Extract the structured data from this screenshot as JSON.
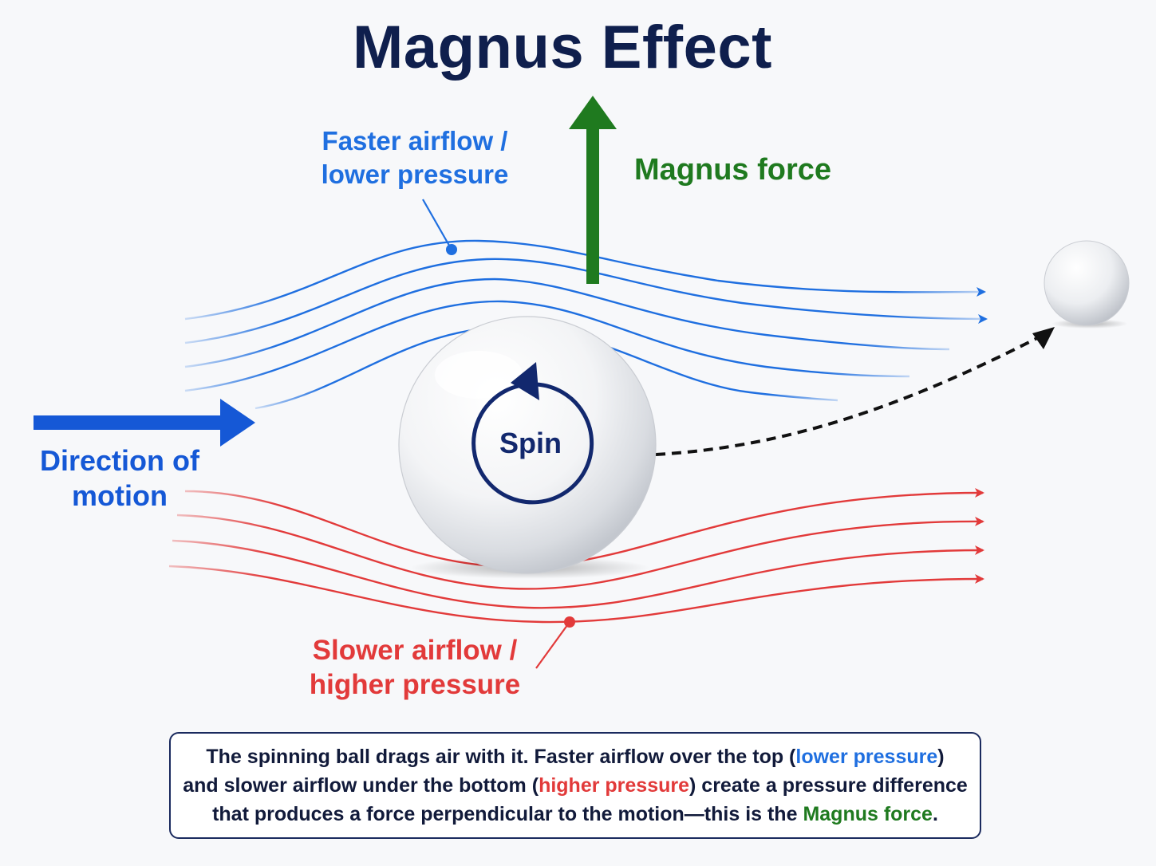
{
  "title": "Magnus Effect",
  "labels": {
    "faster_line1": "Faster airflow /",
    "faster_line2": "lower pressure",
    "magnus_force": "Magnus force",
    "direction_line1": "Direction of",
    "direction_line2": "motion",
    "slower_line1": "Slower airflow /",
    "slower_line2": "higher pressure",
    "spin": "Spin"
  },
  "explanation": {
    "line1": [
      {
        "text": "The spinning ball drags air with it. Faster airflow over the top (",
        "tone": "plain"
      },
      {
        "text": "lower pressure",
        "tone": "low"
      },
      {
        "text": ")",
        "tone": "plain"
      }
    ],
    "line2": [
      {
        "text": "and slower airflow under the bottom (",
        "tone": "plain"
      },
      {
        "text": "higher pressure",
        "tone": "high"
      },
      {
        "text": ") create a pressure difference",
        "tone": "plain"
      }
    ],
    "line3": [
      {
        "text": "that produces a force perpendicular to the motion—this is the ",
        "tone": "plain"
      },
      {
        "text": "Magnus force",
        "tone": "force"
      },
      {
        "text": ".",
        "tone": "plain"
      }
    ]
  },
  "colors": {
    "title": "#0f1f4d",
    "low_pressure": "#1f6fe0",
    "high_pressure": "#e23a3a",
    "force": "#1f7a1f",
    "motion": "#1558d6",
    "spin": "#12286e",
    "text": "#111a3a"
  }
}
